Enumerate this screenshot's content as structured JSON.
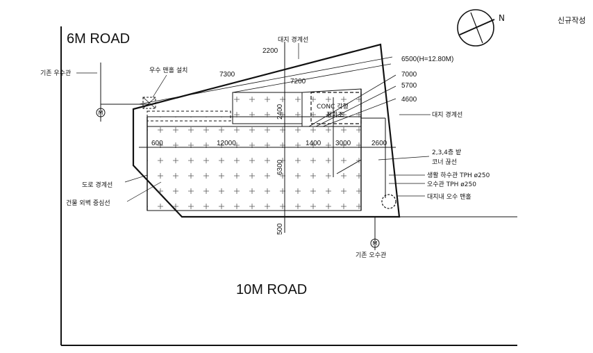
{
  "roads": {
    "north": "6M ROAD",
    "south": "10M ROAD"
  },
  "compass": {
    "north_label": "N"
  },
  "corner_note": "신규작성",
  "annotations": {
    "existing_storm_pipe": "기존 우수관",
    "storm_manhole_install": "우수 맨홀 설치",
    "site_boundary_top": "대지 경계선",
    "site_boundary_right": "대지 경계선",
    "road_boundary": "도로 경계선",
    "building_wall_center": "건물 외벽 중심선",
    "floor_2_3_4_corner": "2,3,4층 밭",
    "corner_cut": "코너 끊선",
    "domestic_sewer": "생활 하수관 TPH ø250",
    "sewage_pipe": "오수관 TPH ø250",
    "onsite_sewage_manhole": "대지내 오수 맨홀",
    "existing_sewage_pipe": "기존 오수관",
    "conc_septic": "CONC 각형",
    "conc_septic_2": "정화조"
  },
  "dimensions": {
    "d2200": "2200",
    "d7300": "7300",
    "d7200": "7200",
    "d6500": "6500(H=12.80M)",
    "d7000": "7000",
    "d5700": "5700",
    "d4600": "4600",
    "d2400": "2400",
    "d600": "600",
    "d12000": "12000",
    "d1400": "1400",
    "d3000": "3000",
    "d2600": "2600",
    "d6300": "6300",
    "d500": "500"
  },
  "manhole_symbol": "M"
}
